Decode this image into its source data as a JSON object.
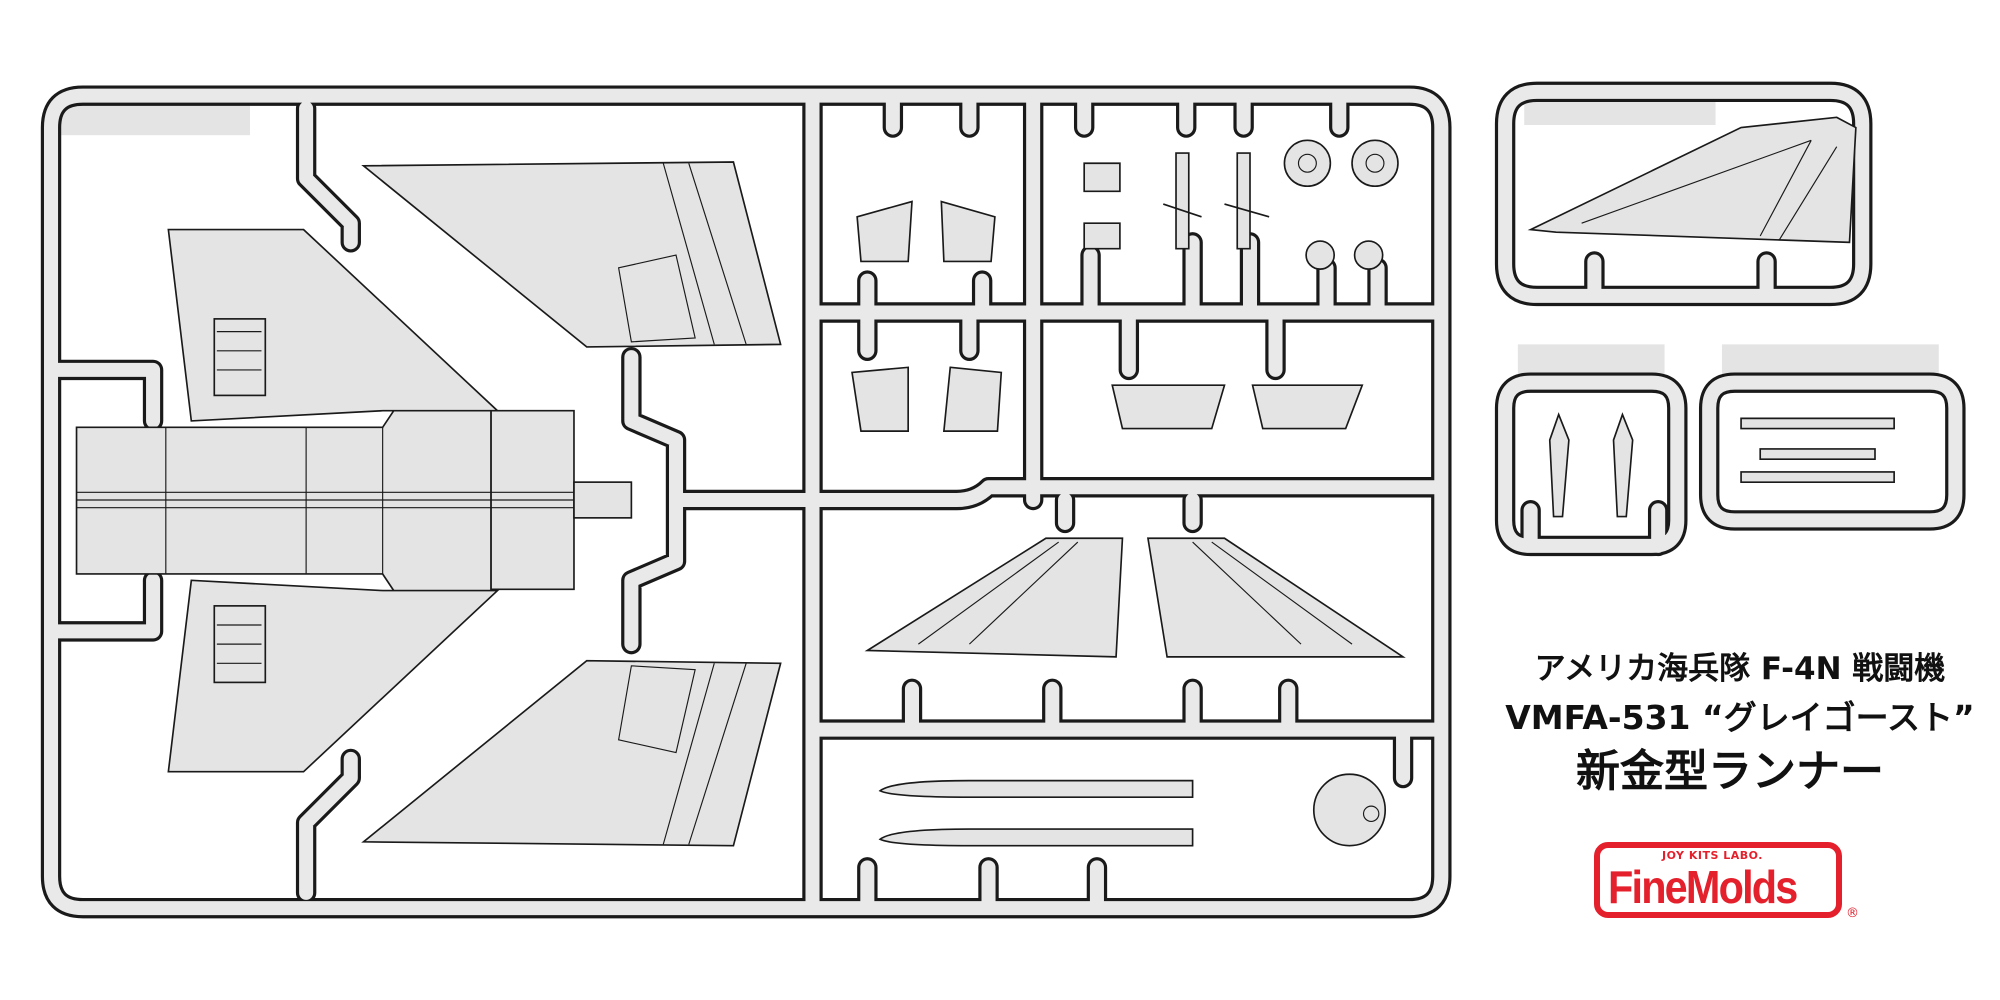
{
  "heading": {
    "line1": "アメリカ海兵隊 F-4N 戦闘機",
    "line2": "VMFA-531 “グレイゴースト”",
    "line3": "新金型ランナー"
  },
  "logo": {
    "brand": "FineMolds",
    "tagline": "JOY KITS LABO.",
    "registered": "®"
  },
  "colors": {
    "part_fill": "#e4e4e4",
    "outline": "#1a1a1a",
    "brand_red": "#e4202c"
  }
}
